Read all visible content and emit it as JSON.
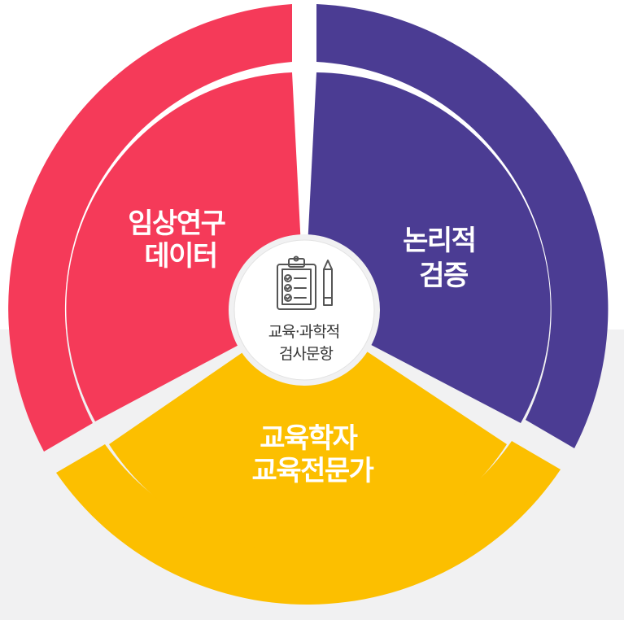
{
  "segments": [
    {
      "id": "clinical",
      "lines": [
        "임상연구",
        "데이터"
      ],
      "color": "#f53a59"
    },
    {
      "id": "logic",
      "lines": [
        "논리적",
        "검증"
      ],
      "color": "#4b3c93"
    },
    {
      "id": "experts",
      "lines": [
        "교육학자",
        "교육전문가"
      ],
      "color": "#fcbf00"
    }
  ],
  "center": {
    "lines": [
      "교육·과학적",
      "검사문항"
    ],
    "icon": "clipboard-checklist-icon"
  },
  "colors": {
    "background_lower": "#f1f1f2",
    "gap": "#f1f1f2",
    "hub_fill": "#ffffff",
    "icon_stroke": "#555555"
  }
}
